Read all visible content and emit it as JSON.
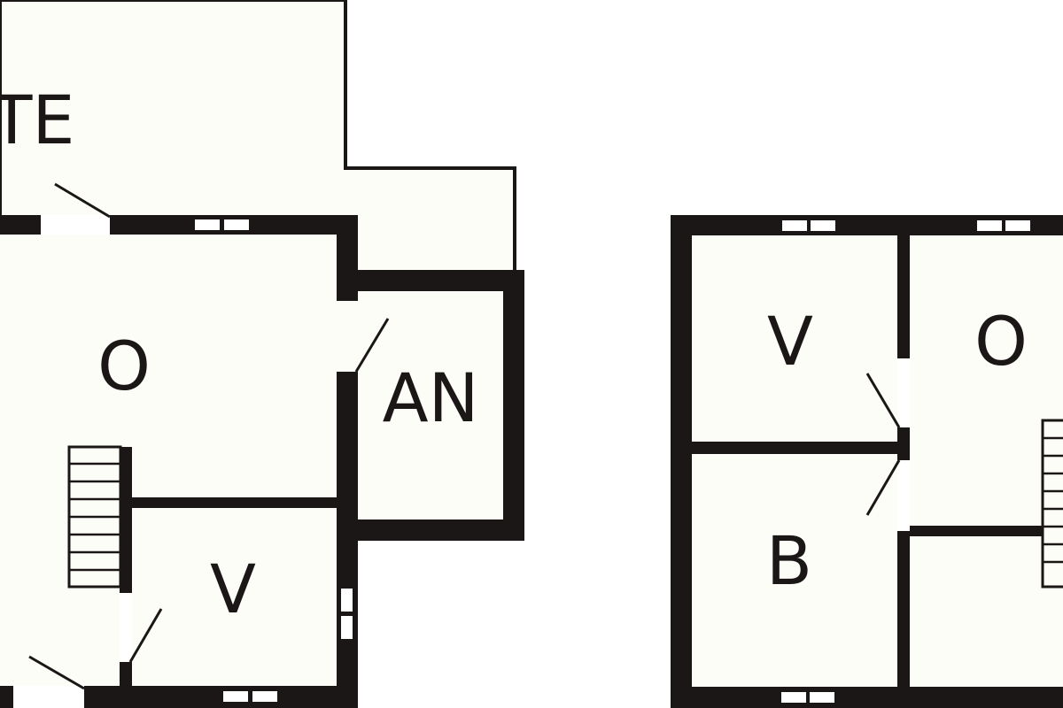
{
  "colors": {
    "wall": "#1a1716",
    "floor": "#fdfdf8",
    "background": "#ffffff",
    "opening": "#ffffff"
  },
  "rooms": {
    "terrace": "TE",
    "left_main": "O",
    "left_small": "V",
    "annex": "AN",
    "right_top_left": "V",
    "right_top_right": "O",
    "right_bottom_left": "B"
  }
}
